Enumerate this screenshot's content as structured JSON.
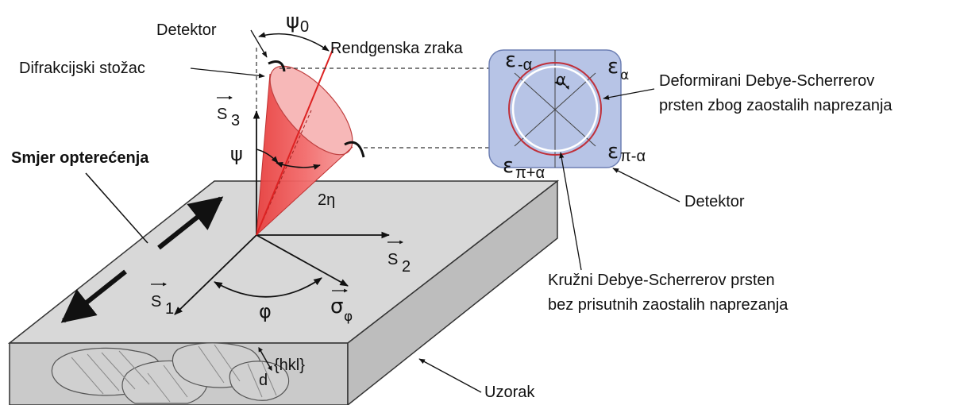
{
  "labels": {
    "detector_top": "Detektor",
    "psi0_symbol": "ψ",
    "psi0_sub": "0",
    "xray": "Rendgenska zraka",
    "diffraction_cone": "Difrakcijski stožac",
    "s3_letter": "S",
    "s3_sub": "3",
    "psi": "ψ",
    "load_direction": "Smjer opterećenja",
    "two_eta": "2η",
    "s2_letter": "S",
    "s2_sub": "2",
    "s1_letter": "S",
    "s1_sub": "1",
    "phi": "φ",
    "sigma_letter": "σ",
    "sigma_sub": "φ",
    "d_letter": "d",
    "d_sup": "{hkl}",
    "specimen": "Uzorak",
    "eps_minus_alpha": "ε",
    "eps_minus_alpha_sub": "-α",
    "eps_alpha": "ε",
    "eps_alpha_sub": "α",
    "alpha": "α",
    "eps_pi_minus_alpha": "ε",
    "eps_pi_minus_alpha_sub": "π-α",
    "eps_pi_plus_alpha": "ε",
    "eps_pi_plus_alpha_sub": "π+α",
    "deformed_ring_line1": "Deformirani Debye-Scherrerov",
    "deformed_ring_line2": "prsten zbog zaostalih naprezanja",
    "detector_right": "Detektor",
    "circular_ring_line1": "Kružni Debye-Scherrerov prsten",
    "circular_ring_line2": "bez prisutnih zaostalih naprezanja"
  },
  "colors": {
    "cone_fill": "#f26a6a",
    "cone_rim": "#f8b3b3",
    "detector_fill": "#b7c4e6",
    "detector_stroke": "#6d7fb3",
    "ring": "#c0303a",
    "specimen_top": "#d9d9d9",
    "specimen_side": "#c6c6c6"
  }
}
